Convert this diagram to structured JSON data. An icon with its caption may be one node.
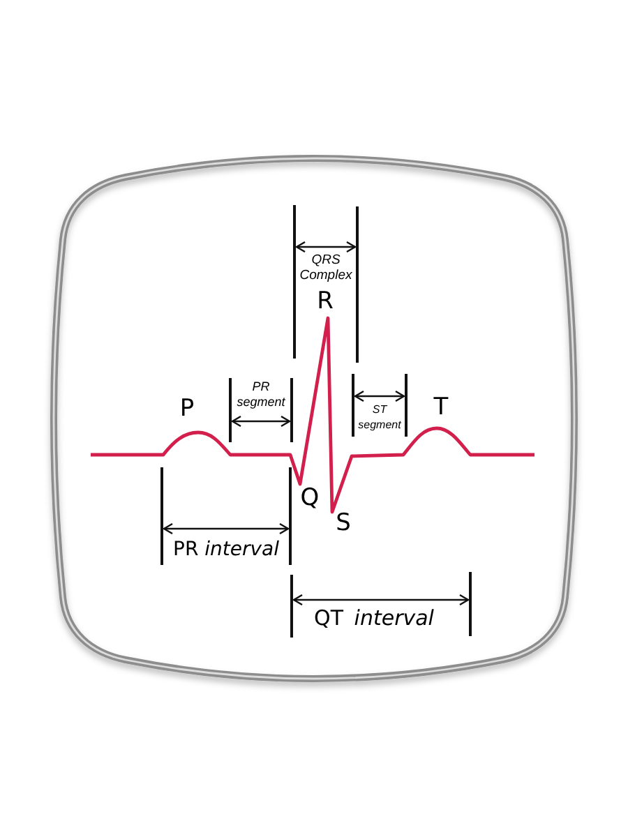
{
  "diagram": {
    "labels": [
      "QRS Complex",
      "R",
      "PR segment",
      "P",
      "ST segment",
      "T",
      "Q",
      "S",
      "PR *interval*",
      "QT *interval*"
    ]
  }
}
